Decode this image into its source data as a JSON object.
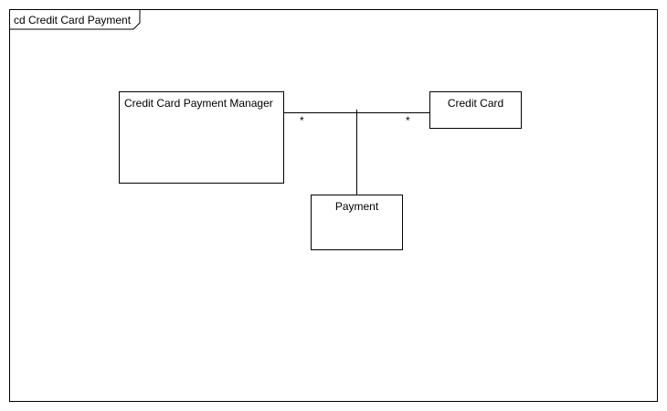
{
  "frame": {
    "title": "cd Credit Card Payment"
  },
  "classes": {
    "manager": {
      "name": "Credit Card Payment Manager"
    },
    "credit_card": {
      "name": "Credit Card"
    },
    "payment": {
      "name": "Payment"
    }
  },
  "association": {
    "manager_multiplicity": "*",
    "credit_card_multiplicity": "*"
  },
  "colors": {
    "stroke": "#000000",
    "background": "#ffffff"
  }
}
